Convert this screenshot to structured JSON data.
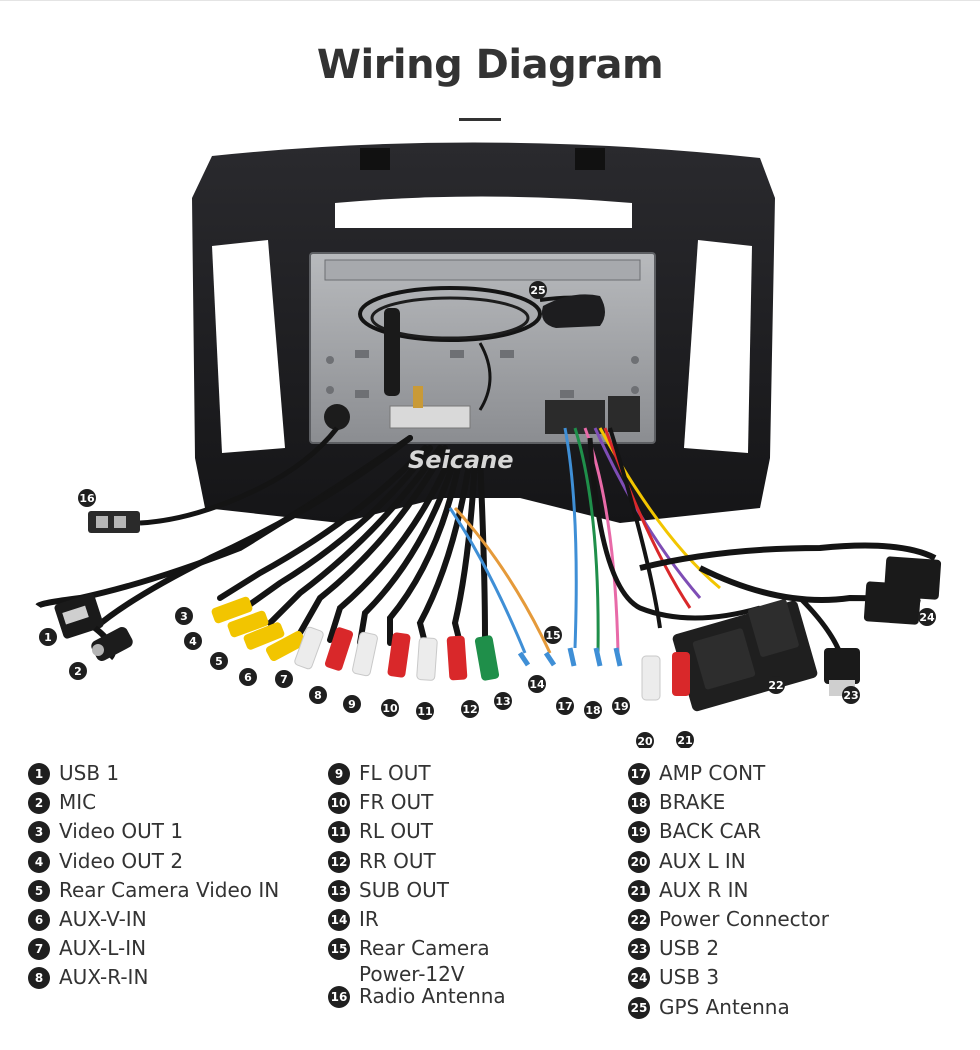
{
  "header": {
    "title": "Wiring Diagram"
  },
  "watermark": "Seicane",
  "colors": {
    "frame": "#1a1a1d",
    "unit": "#9a9ca0",
    "cable": "#141414",
    "rca_yellow": "#f2c500",
    "rca_white": "#ececec",
    "rca_red": "#d9282a",
    "rca_green": "#1f8f4a",
    "wire_blue": "#3f8fd6",
    "wire_pink": "#e86aa8",
    "badge": "#1f1f1f"
  },
  "callouts": [
    "1",
    "2",
    "3",
    "4",
    "5",
    "6",
    "7",
    "8",
    "9",
    "10",
    "11",
    "12",
    "13",
    "14",
    "15",
    "16",
    "17",
    "18",
    "19",
    "20",
    "21",
    "22",
    "23",
    "24",
    "25"
  ],
  "legend": {
    "column1": [
      {
        "num": "1",
        "label": "USB 1"
      },
      {
        "num": "2",
        "label": "MIC"
      },
      {
        "num": "3",
        "label": "Video OUT 1"
      },
      {
        "num": "4",
        "label": "Video OUT 2"
      },
      {
        "num": "5",
        "label": "Rear Camera Video IN"
      },
      {
        "num": "6",
        "label": "AUX-V-IN"
      },
      {
        "num": "7",
        "label": "AUX-L-IN"
      },
      {
        "num": "8",
        "label": "AUX-R-IN"
      }
    ],
    "column2": [
      {
        "num": "9",
        "label": "FL OUT"
      },
      {
        "num": "10",
        "label": "FR OUT"
      },
      {
        "num": "11",
        "label": "RL OUT"
      },
      {
        "num": "12",
        "label": "RR OUT"
      },
      {
        "num": "13",
        "label": "SUB OUT"
      },
      {
        "num": "14",
        "label": "IR"
      },
      {
        "num": "15",
        "label": "Rear Camera\nPower-12V"
      },
      {
        "num": "16",
        "label": "Radio Antenna"
      }
    ],
    "column3": [
      {
        "num": "17",
        "label": "AMP CONT"
      },
      {
        "num": "18",
        "label": "BRAKE"
      },
      {
        "num": "19",
        "label": "BACK CAR"
      },
      {
        "num": "20",
        "label": "AUX L IN"
      },
      {
        "num": "21",
        "label": "AUX R IN"
      },
      {
        "num": "22",
        "label": "Power Connector"
      },
      {
        "num": "23",
        "label": "USB 2"
      },
      {
        "num": "24",
        "label": "USB 3"
      },
      {
        "num": "25",
        "label": "GPS Antenna"
      }
    ]
  }
}
